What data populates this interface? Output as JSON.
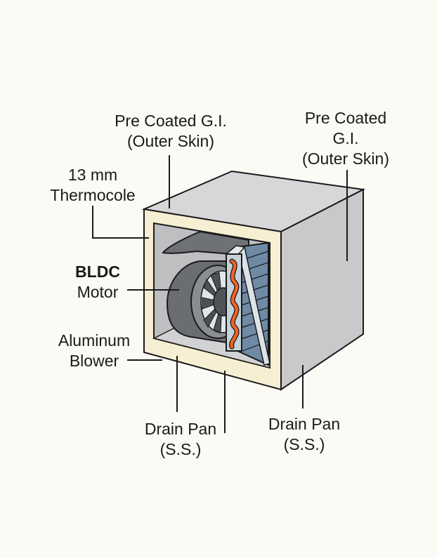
{
  "diagram": {
    "title": "",
    "colors": {
      "background": "#fbfaf5",
      "outer_skin": "#d6d6d8",
      "insulation": "#f6efd3",
      "blower": "#6e7175",
      "coil_fins": "#6f8aa5",
      "copper_tube": "#f26322",
      "outline": "#1a1a1a"
    },
    "labels": {
      "outer_skin_top": {
        "line1": "Pre Coated G.I.",
        "line2": "(Outer Skin)"
      },
      "outer_skin_right": {
        "line1": "Pre Coated",
        "line2": "G.I.",
        "line3": "(Outer Skin)"
      },
      "thermocole": {
        "line1": "13 mm",
        "line2": "Thermocole"
      },
      "bldc_motor": {
        "line1": "BLDC",
        "line2": "Motor"
      },
      "aluminum_blower": {
        "line1": "Aluminum",
        "line2": "Blower"
      },
      "drain_pan_left": {
        "line1": "Drain Pan",
        "line2": "(S.S.)"
      },
      "drain_pan_right": {
        "line1": "Drain Pan",
        "line2": "(S.S.)"
      }
    }
  }
}
